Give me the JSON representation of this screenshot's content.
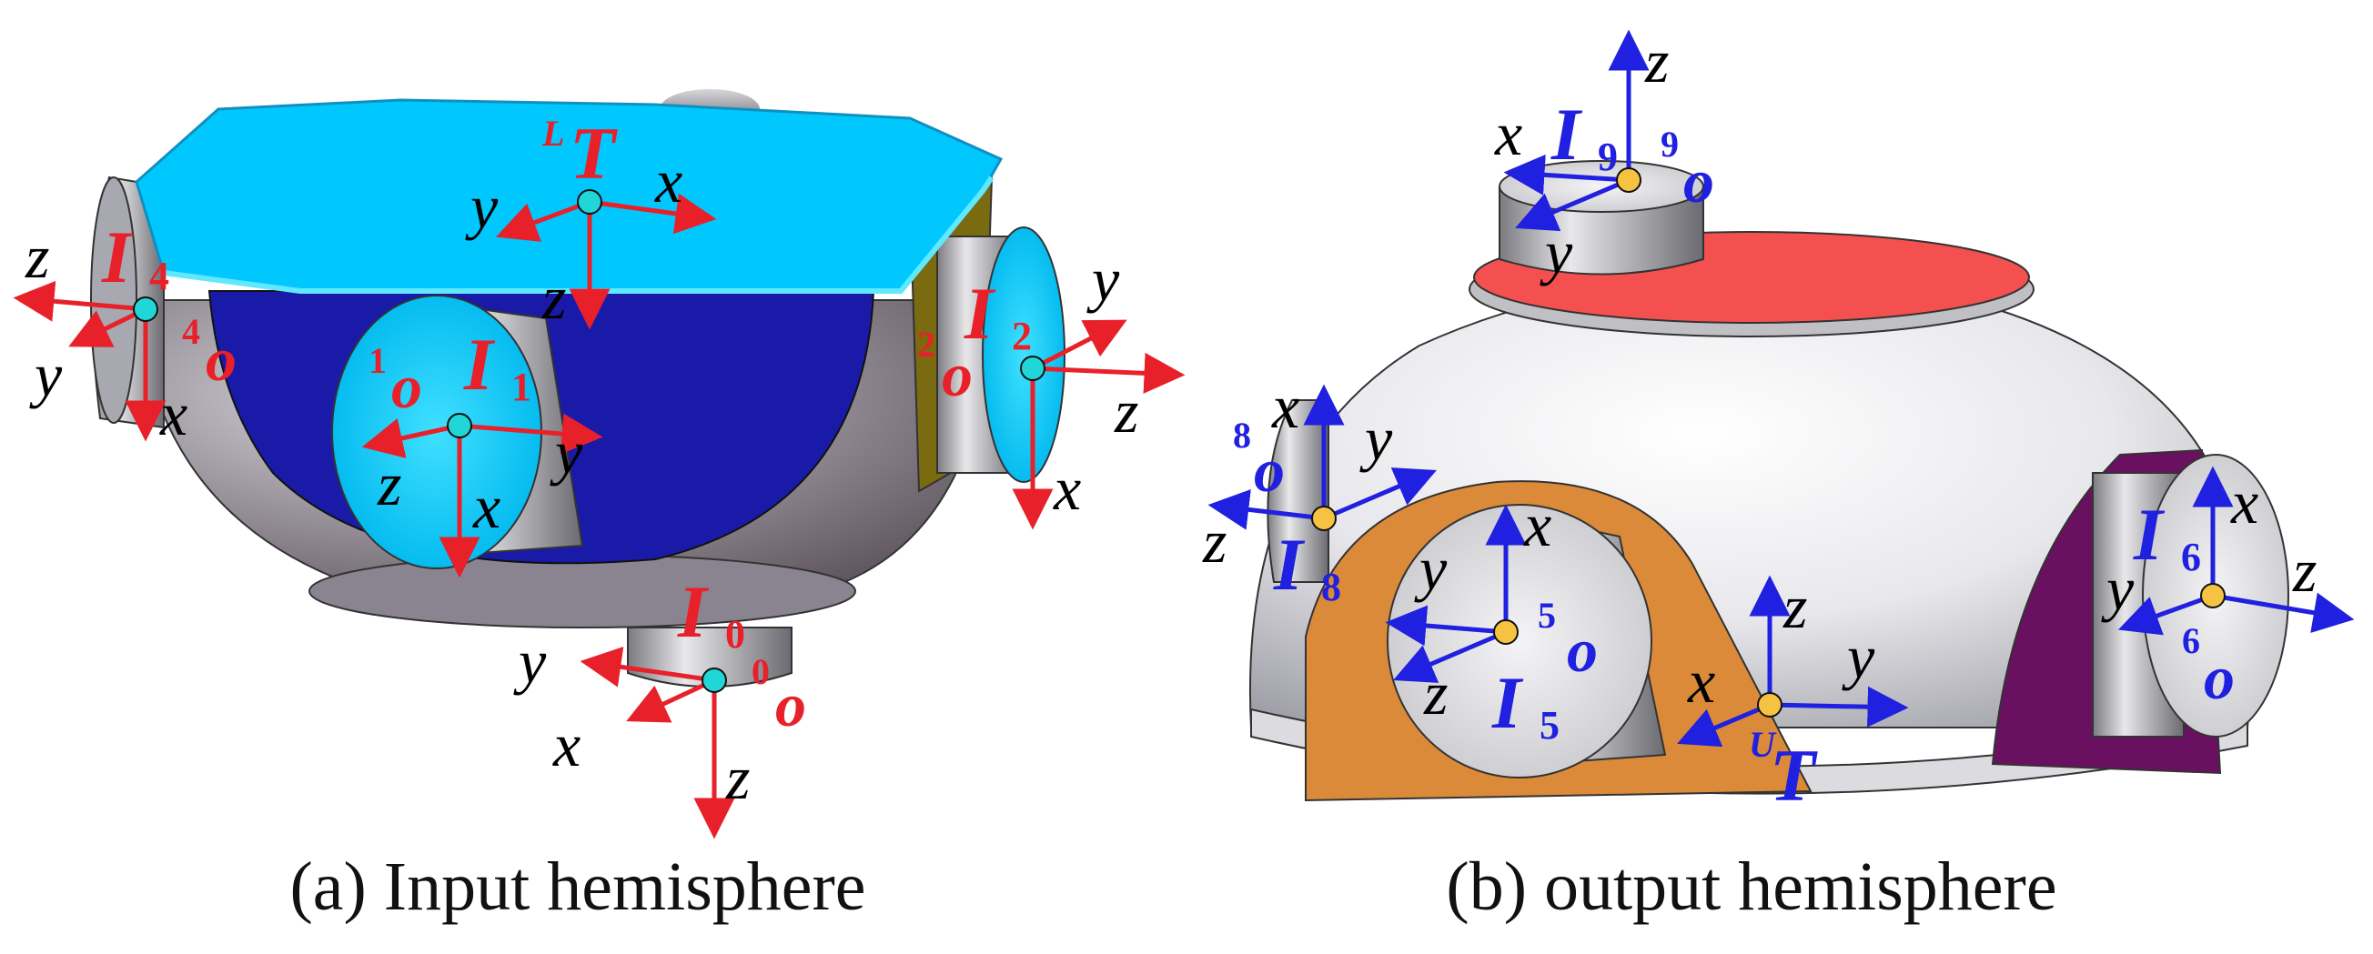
{
  "colors": {
    "red": "#e8202a",
    "blue": "#2020e0",
    "cyan_top": "#00c8ff",
    "cyan_dot": "#20d6d6",
    "yellow_dot": "#f5c242",
    "dark_blue": "#1a1aa8",
    "orange": "#db8a3a",
    "purple": "#6a1060",
    "red_disk": "#f55050"
  },
  "panel_a": {
    "caption": "(a) Input hemisphere",
    "frames": {
      "LT": {
        "pre": "L",
        "main": "T",
        "x": "x",
        "y": "y",
        "z": "z"
      },
      "I4": {
        "main": "I",
        "sub": "4",
        "pre_o": "4",
        "o": "o",
        "x": "x",
        "y": "y",
        "z": "z"
      },
      "I1": {
        "main": "I",
        "sub": "1",
        "pre_o": "1",
        "o": "o",
        "x": "x",
        "y": "y",
        "z": "z"
      },
      "I2": {
        "main": "I",
        "sub": "2",
        "pre_o": "2",
        "o": "o",
        "x": "x",
        "y": "y",
        "z": "z"
      },
      "I0": {
        "main": "I",
        "sub": "0",
        "pre_o": "0",
        "o": "o",
        "x": "x",
        "y": "y",
        "z": "z"
      }
    }
  },
  "panel_b": {
    "caption": "(b) output hemisphere",
    "frames": {
      "I9": {
        "main": "I",
        "sub": "9",
        "pre_o": "9",
        "o": "o",
        "x": "x",
        "y": "y",
        "z": "z"
      },
      "I8": {
        "main": "I",
        "sub": "8",
        "pre_o": "8",
        "o": "o",
        "x": "x",
        "y": "y",
        "z": "z"
      },
      "I5": {
        "main": "I",
        "sub": "5",
        "pre_o": "5",
        "o": "o",
        "x": "x",
        "y": "y",
        "z": "z"
      },
      "UT": {
        "pre": "U",
        "main": "T",
        "x": "x",
        "y": "y",
        "z": "z"
      },
      "I6": {
        "main": "I",
        "sub": "6",
        "pre_o": "6",
        "o": "o",
        "x": "x",
        "y": "y",
        "z": "z"
      }
    }
  }
}
